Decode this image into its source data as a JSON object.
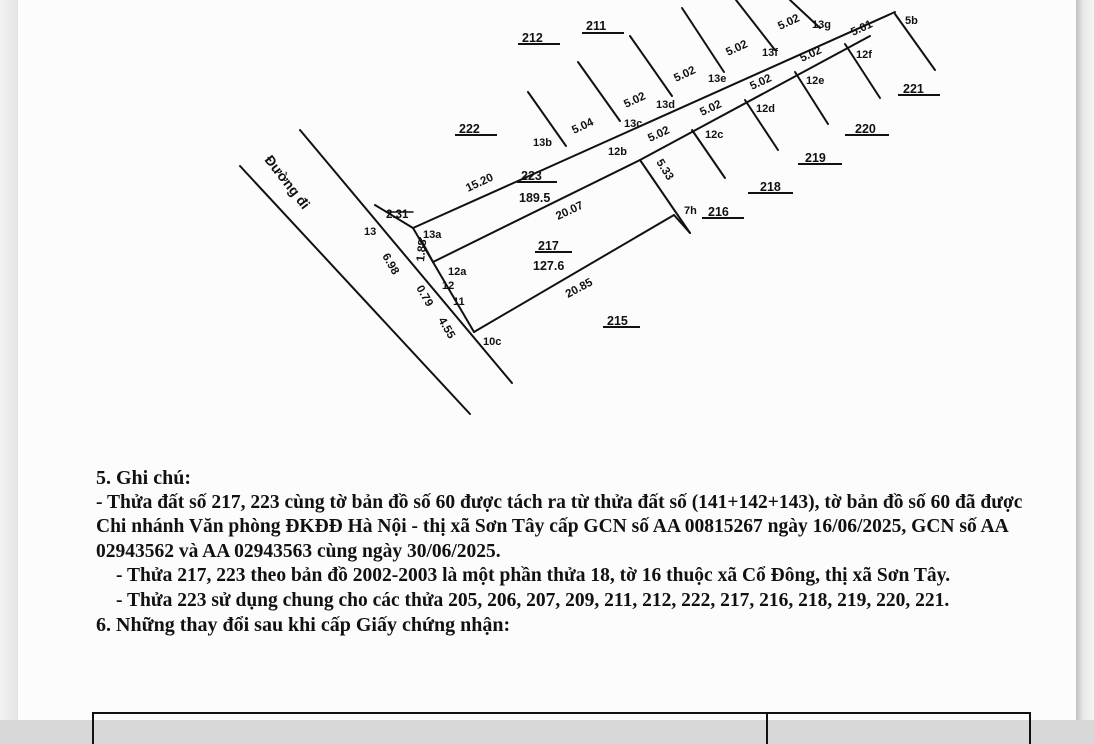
{
  "map": {
    "road_label": "Đường đi",
    "parcel_labels": [
      {
        "id": "p212",
        "text": "212"
      },
      {
        "id": "p211",
        "text": "211"
      },
      {
        "id": "p222",
        "text": "222"
      },
      {
        "id": "p223",
        "text": "223"
      },
      {
        "id": "p223-area",
        "text": "189.5"
      },
      {
        "id": "p217",
        "text": "217"
      },
      {
        "id": "p217-area",
        "text": "127.6"
      },
      {
        "id": "p215",
        "text": "215"
      },
      {
        "id": "p216",
        "text": "216"
      },
      {
        "id": "p218",
        "text": "218"
      },
      {
        "id": "p219",
        "text": "219"
      },
      {
        "id": "p220",
        "text": "220"
      },
      {
        "id": "p221",
        "text": "221"
      }
    ],
    "point_labels": [
      {
        "id": "pt13",
        "text": "13"
      },
      {
        "id": "pt13a",
        "text": "13a"
      },
      {
        "id": "pt13b",
        "text": "13b"
      },
      {
        "id": "pt13c",
        "text": "13c"
      },
      {
        "id": "pt13d",
        "text": "13d"
      },
      {
        "id": "pt13e",
        "text": "13e"
      },
      {
        "id": "pt13f",
        "text": "13f"
      },
      {
        "id": "pt13g",
        "text": "13g"
      },
      {
        "id": "pt12",
        "text": "12"
      },
      {
        "id": "pt12a",
        "text": "12a"
      },
      {
        "id": "pt12b",
        "text": "12b"
      },
      {
        "id": "pt12c",
        "text": "12c"
      },
      {
        "id": "pt12d",
        "text": "12d"
      },
      {
        "id": "pt12e",
        "text": "12e"
      },
      {
        "id": "pt12f",
        "text": "12f"
      },
      {
        "id": "pt11",
        "text": "11"
      },
      {
        "id": "pt10c",
        "text": "10c"
      },
      {
        "id": "pt7h",
        "text": "7h"
      },
      {
        "id": "pt5b",
        "text": "5b"
      }
    ],
    "dimension_labels": [
      {
        "id": "d231",
        "text": "2.31"
      },
      {
        "id": "d1520",
        "text": "15.20"
      },
      {
        "id": "d504",
        "text": "5.04"
      },
      {
        "id": "d502a",
        "text": "5.02"
      },
      {
        "id": "d502b",
        "text": "5.02"
      },
      {
        "id": "d502c",
        "text": "5.02"
      },
      {
        "id": "d502d",
        "text": "5.02"
      },
      {
        "id": "d502e",
        "text": "5.02"
      },
      {
        "id": "d502f",
        "text": "5.02"
      },
      {
        "id": "d502g",
        "text": "5.02"
      },
      {
        "id": "d502h",
        "text": "5.02"
      },
      {
        "id": "d501",
        "text": "5.01"
      },
      {
        "id": "d2007",
        "text": "20.07"
      },
      {
        "id": "d2085",
        "text": "20.85"
      },
      {
        "id": "d533",
        "text": "5.33"
      },
      {
        "id": "d188",
        "text": "1.88"
      },
      {
        "id": "d698",
        "text": "6.98"
      },
      {
        "id": "d079",
        "text": "0.79"
      },
      {
        "id": "d455",
        "text": "4.55"
      }
    ]
  },
  "notes": {
    "heading": "5. Ghi chú:",
    "items": [
      "- Thửa đất số 217, 223 cùng tờ bản đồ số 60 được tách ra từ thửa đất số (141+142+143), tờ bản đồ số 60 đã được Chi nhánh Văn phòng ĐKĐĐ Hà Nội - thị xã Sơn Tây cấp GCN số AA 00815267 ngày 16/06/2025, GCN số AA 02943562 và AA 02943563 cùng ngày 30/06/2025.",
      "- Thửa 217, 223 theo bản đồ 2002-2003 là một phần thửa 18, tờ 16 thuộc xã Cổ Đông, thị xã Sơn Tây.",
      "- Thửa 223 sử dụng chung cho các thửa 205, 206, 207, 209, 211, 212, 222, 217, 216, 218, 219, 220, 221."
    ],
    "section6": "6. Những thay đổi sau khi cấp Giấy chứng nhận:"
  }
}
